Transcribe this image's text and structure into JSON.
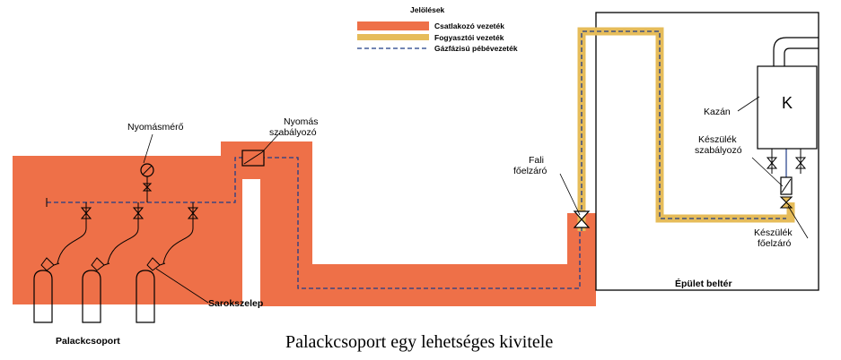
{
  "colors": {
    "connector_pipe": "#ee7048",
    "consumer_pipe": "#e6bc5a",
    "gas_line": "#1f3c88",
    "outline": "#000000"
  },
  "legend": {
    "title": "Jelölések",
    "items": [
      {
        "label": "Csatlakozó vezeték",
        "kind": "connector"
      },
      {
        "label": "Fogyasztói vezeték",
        "kind": "consumer"
      },
      {
        "label": "Gázfázisú pébévezeték",
        "kind": "gas-dashed"
      }
    ]
  },
  "labels": {
    "pressure_gauge": "Nyomásmérő",
    "regulator_line1": "Nyomás",
    "regulator_line2": "szabályozó",
    "wall_valve_line1": "Fali",
    "wall_valve_line2": "főelzáró",
    "angle_valve": "Sarokszelep",
    "cylinder_group": "Palackcsoport",
    "boiler": "Kazán",
    "boiler_letter": "K",
    "device_regulator_line1": "Készülék",
    "device_regulator_line2": "szabályozó",
    "device_valve_line1": "Készülék",
    "device_valve_line2": "főelzáró",
    "building_interior": "Épület beltér"
  },
  "caption": "Palackcsoport egy lehetséges kivitele"
}
